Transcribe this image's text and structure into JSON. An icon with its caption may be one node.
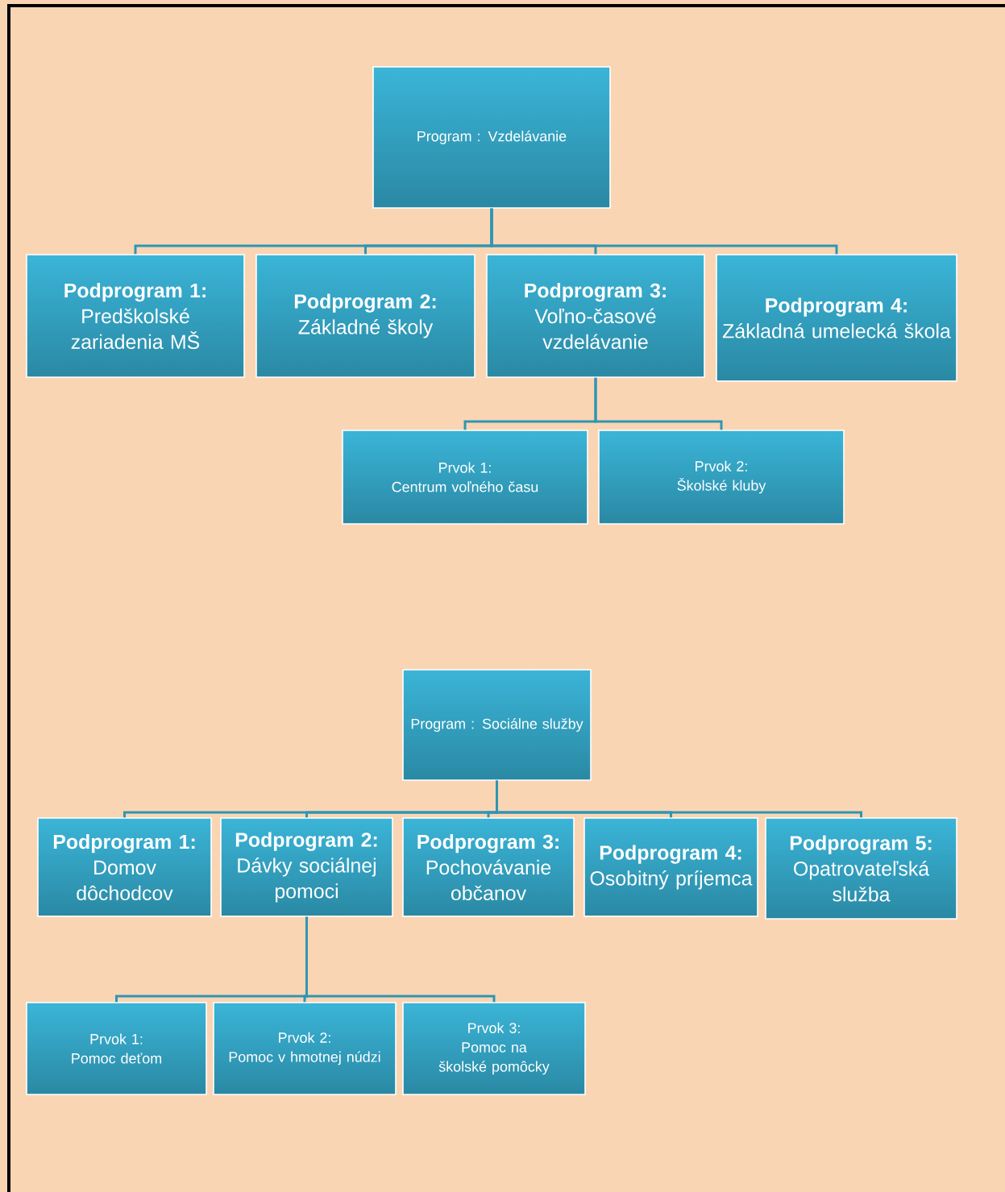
{
  "diagram": {
    "nodes": [
      {
        "text": [
          "Program : Vzdelávanie"
        ]
      },
      {
        "text": [
          "Podprogram 1:",
          "Predškolské zariadenia MŠ"
        ]
      },
      {
        "text": [
          "Podprogram 2:",
          "Základné školy"
        ]
      },
      {
        "text": [
          "Podprogram 3:",
          "Voľno-časové vzdelávanie"
        ]
      },
      {
        "text": [
          "Podprogram 4:",
          "Základná umelecká škola"
        ]
      },
      {
        "text": [
          "Prvok 1:",
          "Centrum voľného času"
        ]
      },
      {
        "text": [
          "Prvok 2:",
          "Školské kluby"
        ]
      },
      {
        "text": [
          "Program : Sociálne služby"
        ]
      },
      {
        "text": [
          "Podprogram 1:",
          "Domov dôchodcov"
        ]
      },
      {
        "text": [
          "Podprogram 2:",
          "Dávky sociálnej pomoci"
        ]
      },
      {
        "text": [
          "Podprogram 3:",
          "Pochovávanie občanov"
        ]
      },
      {
        "text": [
          "Podprogram 4:",
          "Osobitný príjemca"
        ]
      },
      {
        "text": [
          "Podprogram 5:",
          "Opatrovateľská služba"
        ]
      },
      {
        "text": [
          "Prvok 1:",
          "Pomoc deťom"
        ]
      },
      {
        "text": [
          "Prvok 2:",
          "Pomoc v hmotnej núdzi"
        ]
      },
      {
        "text": [
          "Prvok 3:",
          "Pomoc na školské pomôcky"
        ]
      }
    ],
    "edges": [
      {
        "from": 0,
        "to": 1,
        "arrow": "none"
      },
      {
        "from": 0,
        "to": 2,
        "arrow": "none"
      },
      {
        "from": 0,
        "to": 3,
        "arrow": "none"
      },
      {
        "from": 0,
        "to": 4,
        "arrow": "none"
      },
      {
        "from": 3,
        "to": 5,
        "arrow": "none"
      },
      {
        "from": 3,
        "to": 6,
        "arrow": "none"
      },
      {
        "from": 7,
        "to": 8,
        "arrow": "none"
      },
      {
        "from": 7,
        "to": 9,
        "arrow": "none"
      },
      {
        "from": 7,
        "to": 10,
        "arrow": "none"
      },
      {
        "from": 7,
        "to": 11,
        "arrow": "none"
      },
      {
        "from": 7,
        "to": 12,
        "arrow": "none"
      },
      {
        "from": 9,
        "to": 13,
        "arrow": "none"
      },
      {
        "from": 9,
        "to": 14,
        "arrow": "none"
      },
      {
        "from": 9,
        "to": 15,
        "arrow": "none"
      }
    ]
  }
}
